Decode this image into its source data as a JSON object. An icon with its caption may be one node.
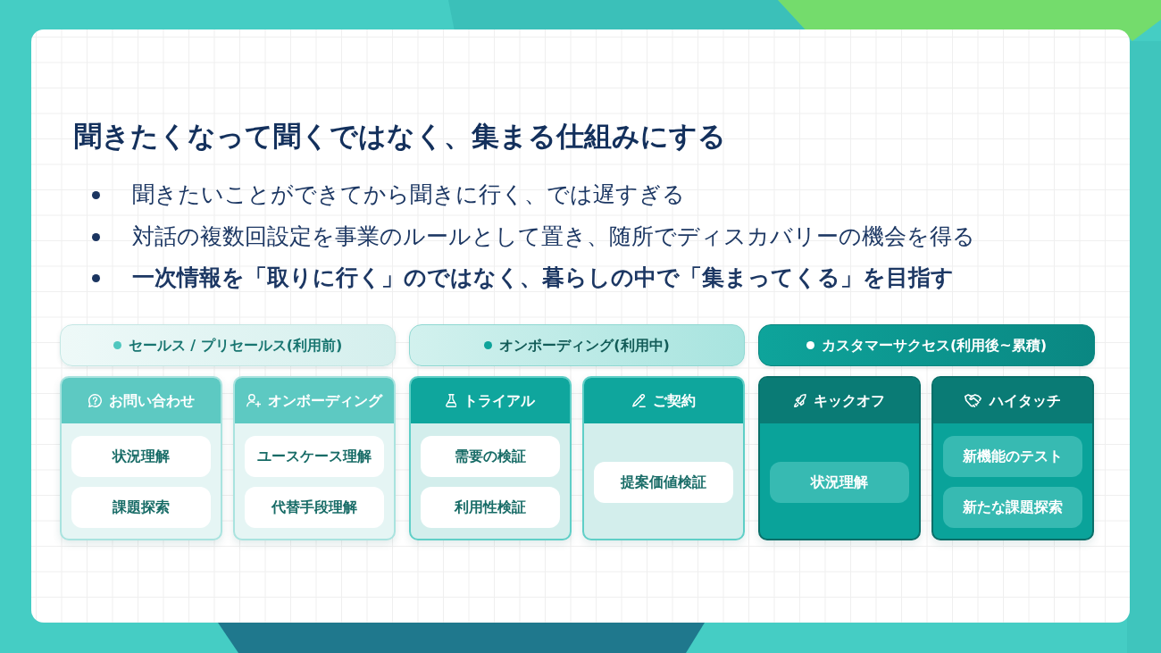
{
  "diagram": {
    "title": "聞きたくなって聞くではなく、集まる仕組みにする",
    "nodes": [
      {
        "text": [
          "セールス / プリセールス(利用前)"
        ]
      },
      {
        "text": [
          "オンボーディング(利用中)"
        ]
      },
      {
        "text": [
          "カスタマーサクセス(利用後~累積)"
        ]
      },
      {
        "text": [
          "お問い合わせ"
        ]
      },
      {
        "text": [
          "状況理解"
        ],
        "in": 3
      },
      {
        "text": [
          "課題探索"
        ],
        "in": 3
      },
      {
        "text": [
          "オンボーディング"
        ]
      },
      {
        "text": [
          "ユースケース理解"
        ],
        "in": 6
      },
      {
        "text": [
          "代替手段理解"
        ],
        "in": 6
      },
      {
        "text": [
          "トライアル"
        ]
      },
      {
        "text": [
          "需要の検証"
        ],
        "in": 9
      },
      {
        "text": [
          "利用性検証"
        ],
        "in": 9
      },
      {
        "text": [
          "ご契約"
        ]
      },
      {
        "text": [
          "提案価値検証"
        ],
        "in": 12
      },
      {
        "text": [
          "キックオフ"
        ]
      },
      {
        "text": [
          "状況理解"
        ],
        "in": 14
      },
      {
        "text": [
          "ハイタッチ"
        ]
      },
      {
        "text": [
          "新機能のテスト"
        ],
        "in": 16
      },
      {
        "text": [
          "新たな課題探索"
        ],
        "in": 16
      }
    ],
    "labels": [
      "聞きたいことができてから聞きに行く、では遅すぎる",
      "対話の複数回設定を事業のルールとして置き、随所でディスカバリーの機会を得る",
      "一次情報を「取りに行く」のではなく、暮らしの中で「集まってくる」を目指す"
    ]
  }
}
